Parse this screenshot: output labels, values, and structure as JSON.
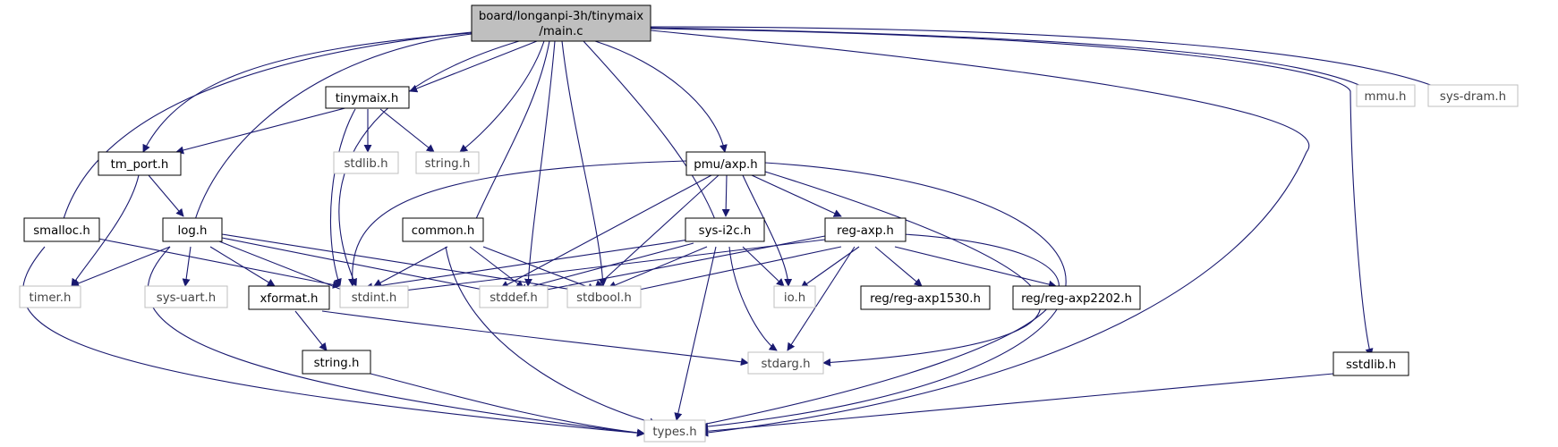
{
  "graph": {
    "root": {
      "line1": "board/longanpi-3h/tinymaix",
      "line2": "/main.c"
    },
    "nodes": {
      "tinymaix": "tinymaix.h",
      "tm_port": "tm_port.h",
      "log": "log.h",
      "smalloc": "smalloc.h",
      "stdlib": "stdlib.h",
      "string_sys": "string.h",
      "pmu_axp": "pmu/axp.h",
      "common": "common.h",
      "sys_i2c": "sys-i2c.h",
      "reg_axp": "reg-axp.h",
      "mmu": "mmu.h",
      "sys_dram": "sys-dram.h",
      "timer": "timer.h",
      "sys_uart": "sys-uart.h",
      "xformat": "xformat.h",
      "stdint": "stdint.h",
      "stddef": "stddef.h",
      "stdbool": "stdbool.h",
      "io": "io.h",
      "reg_axp1530": "reg/reg-axp1530.h",
      "reg_axp2202": "reg/reg-axp2202.h",
      "string_local": "string.h",
      "stdarg": "stdarg.h",
      "sstdlib": "sstdlib.h",
      "types": "types.h"
    },
    "colors": {
      "edge": "#191970",
      "root_fill": "#bfbfbf",
      "system_border": "#bfbfbf",
      "local_border": "#000000"
    }
  }
}
